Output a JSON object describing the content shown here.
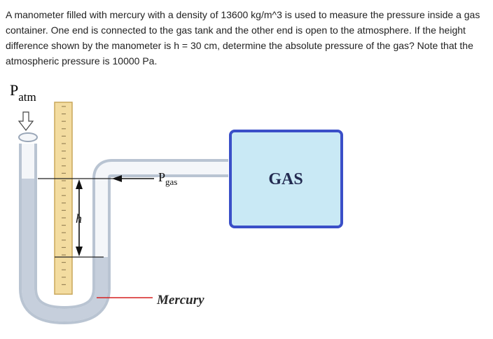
{
  "question": {
    "text": "A manometer filled with mercury with a density of 13600  kg/m^3  is used to measure the pressure inside a gas container. One end is connected to the gas tank and the other end is open to the atmosphere. If the height difference shown by the manometer is h = 30 cm, determine the absolute pressure of the gas? Note that the atmospheric pressure is 10000 Pa."
  },
  "diagram": {
    "p_atm": {
      "base": "P",
      "sub": "atm"
    },
    "p_gas": {
      "base": "P",
      "sub": "gas"
    },
    "h_label": "h",
    "tank_label": "GAS",
    "mercury_label": "Mercury",
    "colors": {
      "tube_outer": "#b9c4d2",
      "tube_inner": "#f4f6f9",
      "mercury": "#c6cfdc",
      "ruler_fill": "#f3dca0",
      "ruler_edge": "#c9a75a",
      "tank_fill": "#c9e9f5",
      "tank_border": "#3a4fc8",
      "mercury_line": "#d62020"
    }
  }
}
